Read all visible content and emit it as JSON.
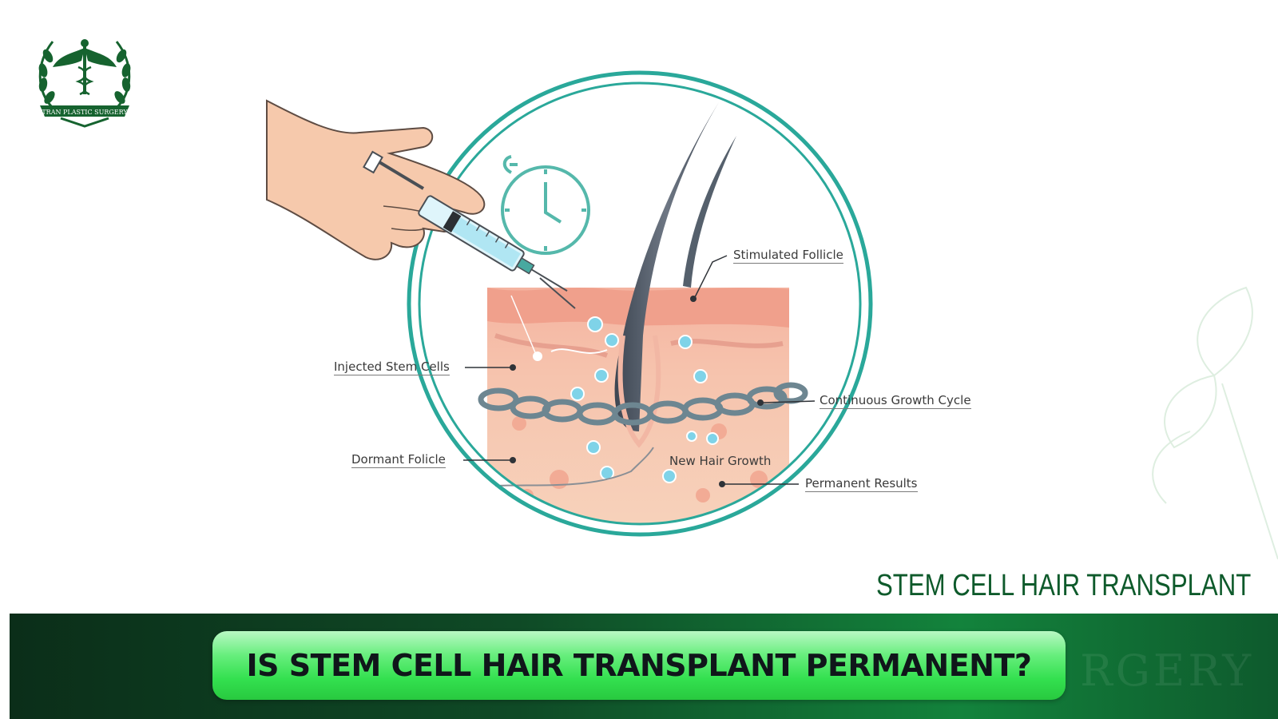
{
  "logo": {
    "text": "TRAN PLASTIC SURGERY",
    "icon": "caduceus-laurel-emblem"
  },
  "diagram": {
    "labels": {
      "stimulated_follicle": "Stimulated Follicle",
      "injected_stem_cells": "Injected Stem Cells",
      "continuous_growth_cycle": "Continuous Growth Cycle",
      "dormant_follicle": "Dormant Folicle",
      "new_hair_growth": "New Hair Growth",
      "permanent_results": "Permanent Results"
    },
    "icons": [
      "hand-icon",
      "syringe-icon",
      "clock-icon",
      "chain-icon",
      "hair-strand-icon"
    ]
  },
  "subtitle": "STEM CELL HAIR TRANSPLANT",
  "headline": "IS STEM CELL HAIR TRANSPLANT PERMANENT?",
  "watermark": "RGERY",
  "colors": {
    "brand_green": "#0e5a2b",
    "ring_teal": "#2aa89a",
    "pill_green": "#33e04f"
  }
}
